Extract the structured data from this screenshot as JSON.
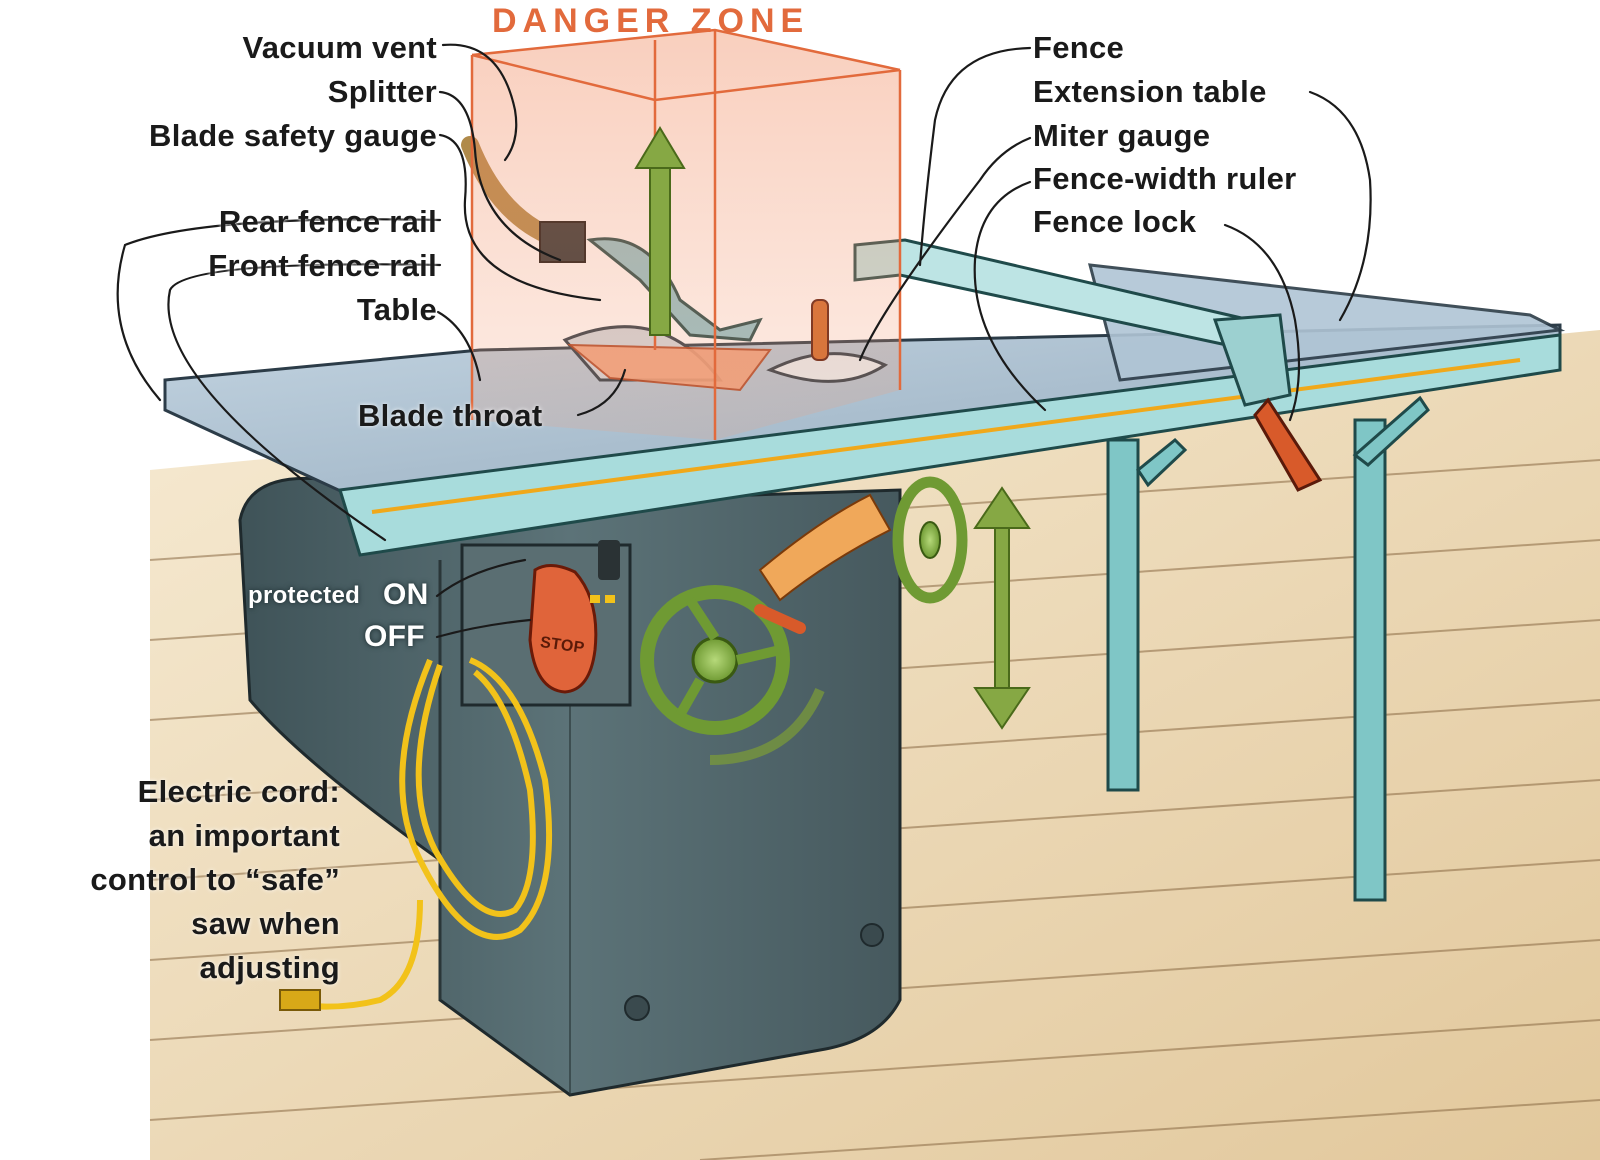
{
  "danger_zone": {
    "title": "DANGER ZONE",
    "color": "#e26a3c"
  },
  "labels_left": {
    "vacuum_vent": "Vacuum vent",
    "splitter": "Splitter",
    "blade_safety_gauge": "Blade safety gauge",
    "rear_fence_rail": "Rear fence rail",
    "front_fence_rail": "Front fence rail",
    "table": "Table",
    "blade_throat": "Blade throat"
  },
  "labels_right": {
    "fence": "Fence",
    "extension_table": "Extension table",
    "miter_gauge": "Miter gauge",
    "fence_width_ruler": "Fence-width ruler",
    "fence_lock": "Fence lock"
  },
  "switch": {
    "protected": "protected",
    "on": "ON",
    "off": "OFF",
    "stop": "STOP"
  },
  "cord_note": {
    "lines": [
      "Electric cord:",
      "an important",
      "control to “safe”",
      "saw when",
      "adjusting"
    ]
  },
  "colors": {
    "saw_body": "#4f6469",
    "table_top": "#a9bfd0",
    "rail": "#9fd0d0",
    "handwheel": "#8fbf4a",
    "arrow": "#7a9a3a",
    "stop_button": "#e0643a",
    "floor": "#e8d4b0",
    "cord": "#f2c21a"
  }
}
